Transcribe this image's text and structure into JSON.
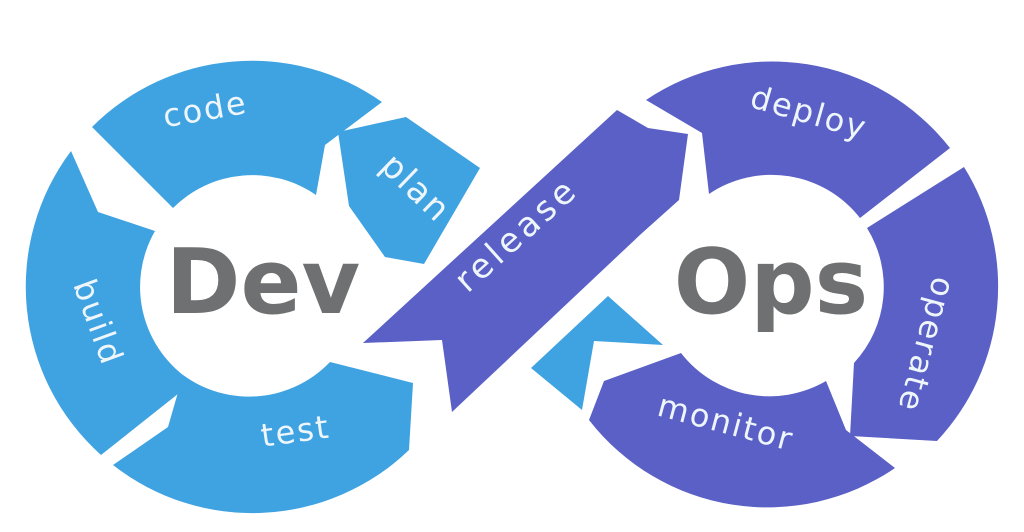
{
  "colors": {
    "dev_blue": "#3FA3E2",
    "ops_purple": "#5A60C6",
    "loop_title_gray": "#6E7071",
    "segment_label_white": "#EEF6FC",
    "background": "#FFFFFF"
  },
  "diagram": {
    "dev_loop": {
      "title": "Dev",
      "segments": {
        "code": "code",
        "plan": "plan",
        "build": "build",
        "test": "test"
      }
    },
    "ops_loop": {
      "title": "Ops",
      "segments": {
        "deploy": "deploy",
        "operate": "operate",
        "monitor": "monitor"
      }
    },
    "crossover": {
      "release": "release"
    }
  }
}
